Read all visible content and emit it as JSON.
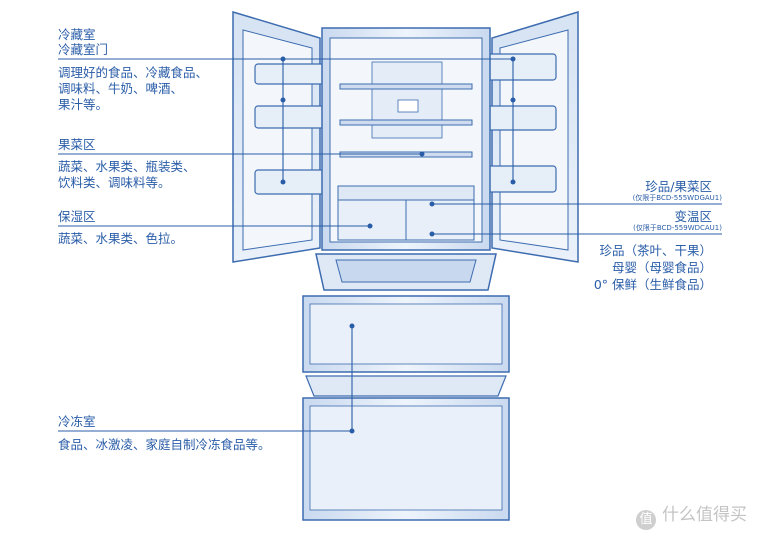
{
  "left_labels": {
    "fridge_title": "冷藏室",
    "fridge_door_title": "冷藏室门",
    "fridge_desc": [
      "调理好的食品、冷藏食品、",
      "调味料、牛奶、啤酒、",
      "果汁等。"
    ],
    "fruit_title": "果菜区",
    "fruit_desc": [
      "蔬菜、水果类、瓶装类、",
      "饮料类、调味料等。"
    ],
    "humid_title": "保湿区",
    "humid_desc": "蔬菜、水果类、色拉。",
    "freezer_title": "冷冻室",
    "freezer_desc": "食品、冰激凌、家庭自制冷冻食品等。"
  },
  "right_labels": {
    "treasure_title": "珍品/果菜区",
    "treasure_note": "(仅限于BCD-555WDGAU1)",
    "variable_title": "变温区",
    "variable_note": "(仅限于BCD-559WDCAU1)",
    "modes": [
      "珍品（茶叶、干果）",
      "母婴（母婴食品）",
      "0° 保鲜（生鲜食品）"
    ]
  },
  "watermark": {
    "badge": "值",
    "text": "什么值得买"
  },
  "colors": {
    "line": "#2a5da8",
    "fridge_stroke": "#3d6cb0",
    "fridge_fill": "#dfe9f6",
    "fridge_light": "#f3f7fc"
  }
}
